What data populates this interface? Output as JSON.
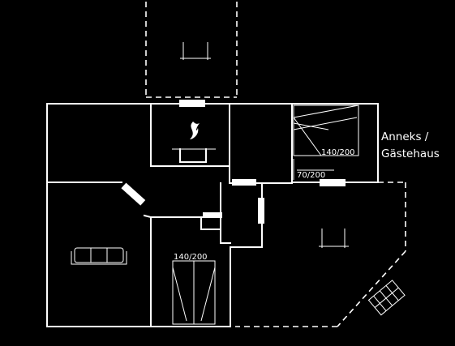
{
  "labels": {
    "annex_line1": "Anneks /",
    "annex_line2": "Gästehaus",
    "bed_top": "140/200",
    "bed_bottom": "140/200",
    "stair_width": "70/200"
  },
  "colors": {
    "background": "#000000",
    "lines": "#ffffff"
  },
  "icons": {
    "fireplace": "flame-stove-icon",
    "sofa": "sofa-icon",
    "sunbed": "sunbed-icon"
  }
}
